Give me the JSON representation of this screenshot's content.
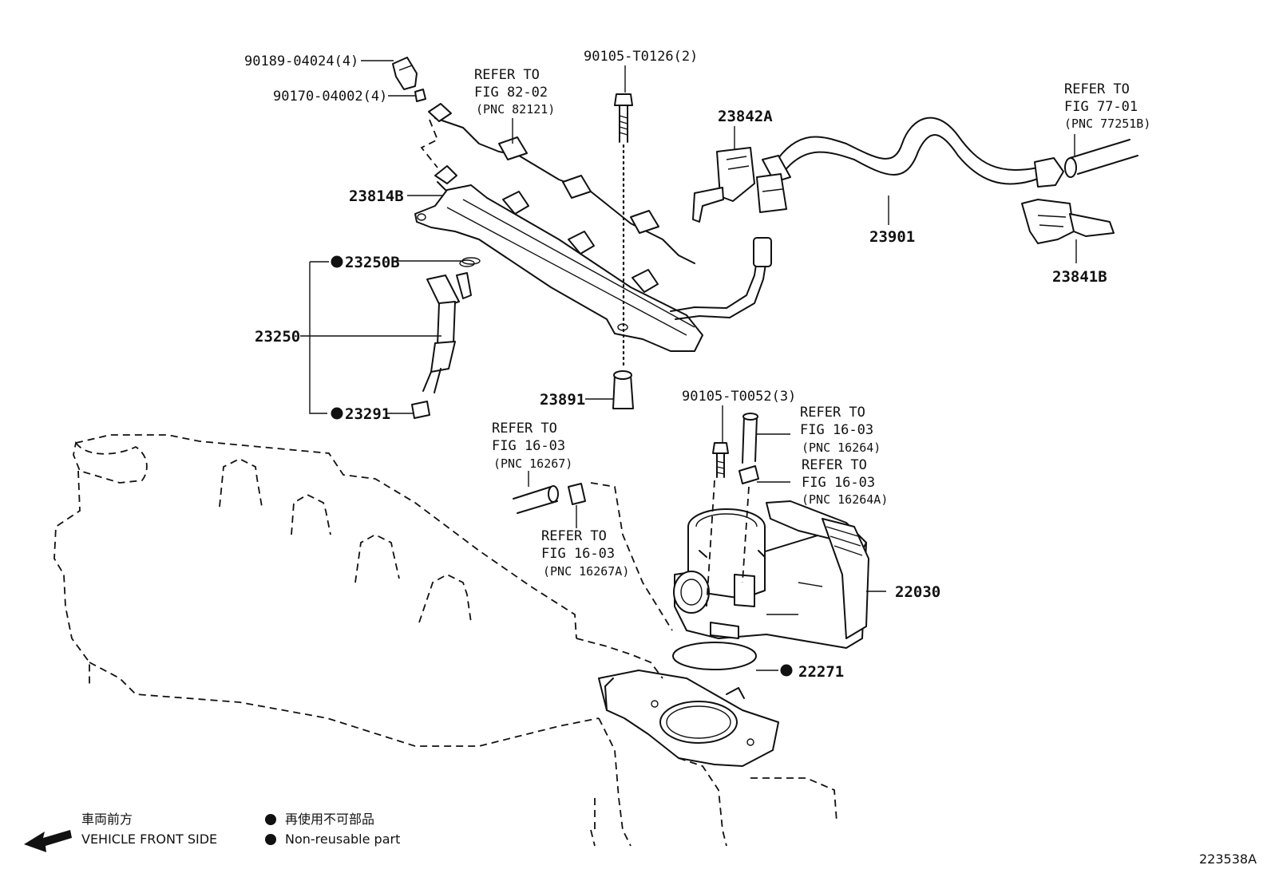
{
  "labels": {
    "p90189": "90189-04024(4)",
    "p90170": "90170-04002(4)",
    "refer82_l1": "REFER TO",
    "refer82_l2": "FIG 82-02",
    "refer82_l3": "(PNC 82121)",
    "p90105a": "90105-T0126(2)",
    "p23842A": "23842A",
    "refer77_l1": "REFER TO",
    "refer77_l2": "FIG 77-01",
    "refer77_l3": "(PNC 77251B)",
    "p23814B": "23814B",
    "p23901": "23901",
    "p23841B": "23841B",
    "p23250B": "23250B",
    "p23250": "23250",
    "p23291": "23291",
    "p23891": "23891",
    "p90105b": "90105-T0052(3)",
    "refer16264_l1": "REFER TO",
    "refer16264_l2": "FIG 16-03",
    "refer16264_l3": "(PNC 16264)",
    "refer16264A_l1": "REFER TO",
    "refer16264A_l2": "FIG 16-03",
    "refer16264A_l3": "(PNC 16264A)",
    "refer16267_l1": "REFER TO",
    "refer16267_l2": "FIG 16-03",
    "refer16267_l3": "(PNC 16267)",
    "refer16267A_l1": "REFER TO",
    "refer16267A_l2": "FIG 16-03",
    "refer16267A_l3": "(PNC 16267A)",
    "p22030": "22030",
    "p22271": "22271"
  },
  "legend": {
    "front_jp": "車両前方",
    "front_en": "VEHICLE FRONT SIDE",
    "nonreuse_jp": "再使用不可部品",
    "nonreuse_en": "Non-reusable part"
  },
  "figure_id": "223538A"
}
